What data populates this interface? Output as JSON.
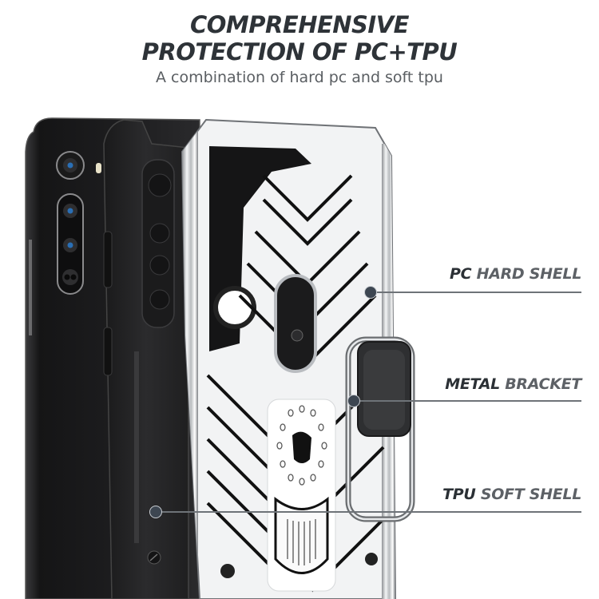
{
  "header": {
    "title_line1": "COMPREHENSIVE",
    "title_line2": "PROTECTION OF PC+TPU",
    "subtitle": "A combination of hard pc and soft tpu"
  },
  "callouts": [
    {
      "strong": "PC",
      "light": " HARD SHELL"
    },
    {
      "strong": "METAL",
      "light": " BRACKET"
    },
    {
      "strong": "TPU",
      "light": " SOFT SHELL"
    }
  ],
  "product": {
    "phone_color": "#1c1c1e",
    "tpu_color": "#262628",
    "shell_color": "#d8dadc",
    "camera_lens_color": "#2a6fb5"
  }
}
